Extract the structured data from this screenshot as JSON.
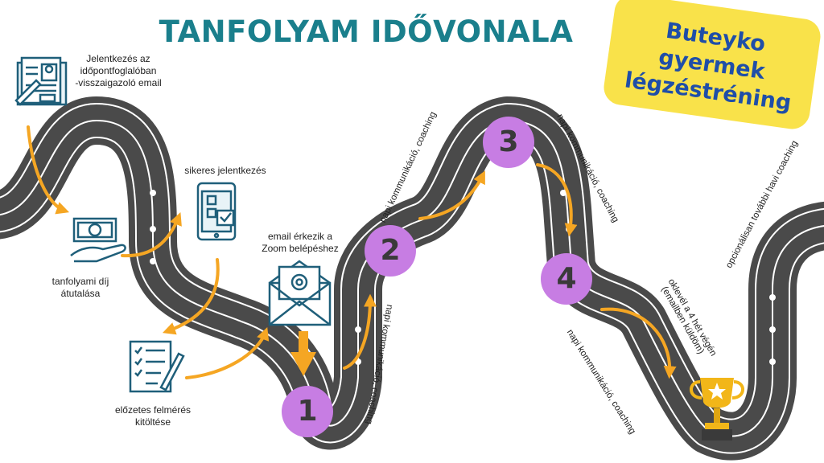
{
  "title": "TANFOLYAM IDŐVONALA",
  "badge": {
    "line1": "Buteyko gyermek",
    "line2": "légzéstréning"
  },
  "colors": {
    "road": "#4a4a4a",
    "lane": "#ffffff",
    "arrow": "#f5a623",
    "marker": "#c77de3",
    "title": "#1a7f8c",
    "badge_bg": "#f9e24a",
    "badge_text": "#1f4ea8",
    "icon": "#1f5f7a"
  },
  "steps": [
    {
      "label_line1": "Jelentkezés az",
      "label_line2": "időpontfoglalóban",
      "label_line3": "-visszaigazoló email",
      "icon": "application-form-icon"
    },
    {
      "label_line1": "tanfolyami díj",
      "label_line2": "átutalása",
      "icon": "money-payment-icon"
    },
    {
      "label_line1": "sikeres jelentkezés",
      "icon": "smartphone-icon"
    },
    {
      "label_line1": "előzetes felmérés",
      "label_line2": "kitöltése",
      "icon": "checklist-icon"
    },
    {
      "label_line1": "email érkezik a",
      "label_line2": "Zoom belépéshez",
      "icon": "email-envelope-icon"
    }
  ],
  "markers": [
    "1",
    "2",
    "3",
    "4"
  ],
  "annotations": {
    "coaching_1": "napi kommunikáció, coaching",
    "coaching_2": "napi kommunikáció, coaching",
    "coaching_3": "napi kommunikáció, coaching",
    "coaching_4": "napi kommunikáció, coaching",
    "certificate_line1": "oklevél a 4 hét végén",
    "certificate_line2": "(emailben küldöm)",
    "optional": "opcionálisan további havi coaching"
  },
  "final_icon": "trophy-icon"
}
